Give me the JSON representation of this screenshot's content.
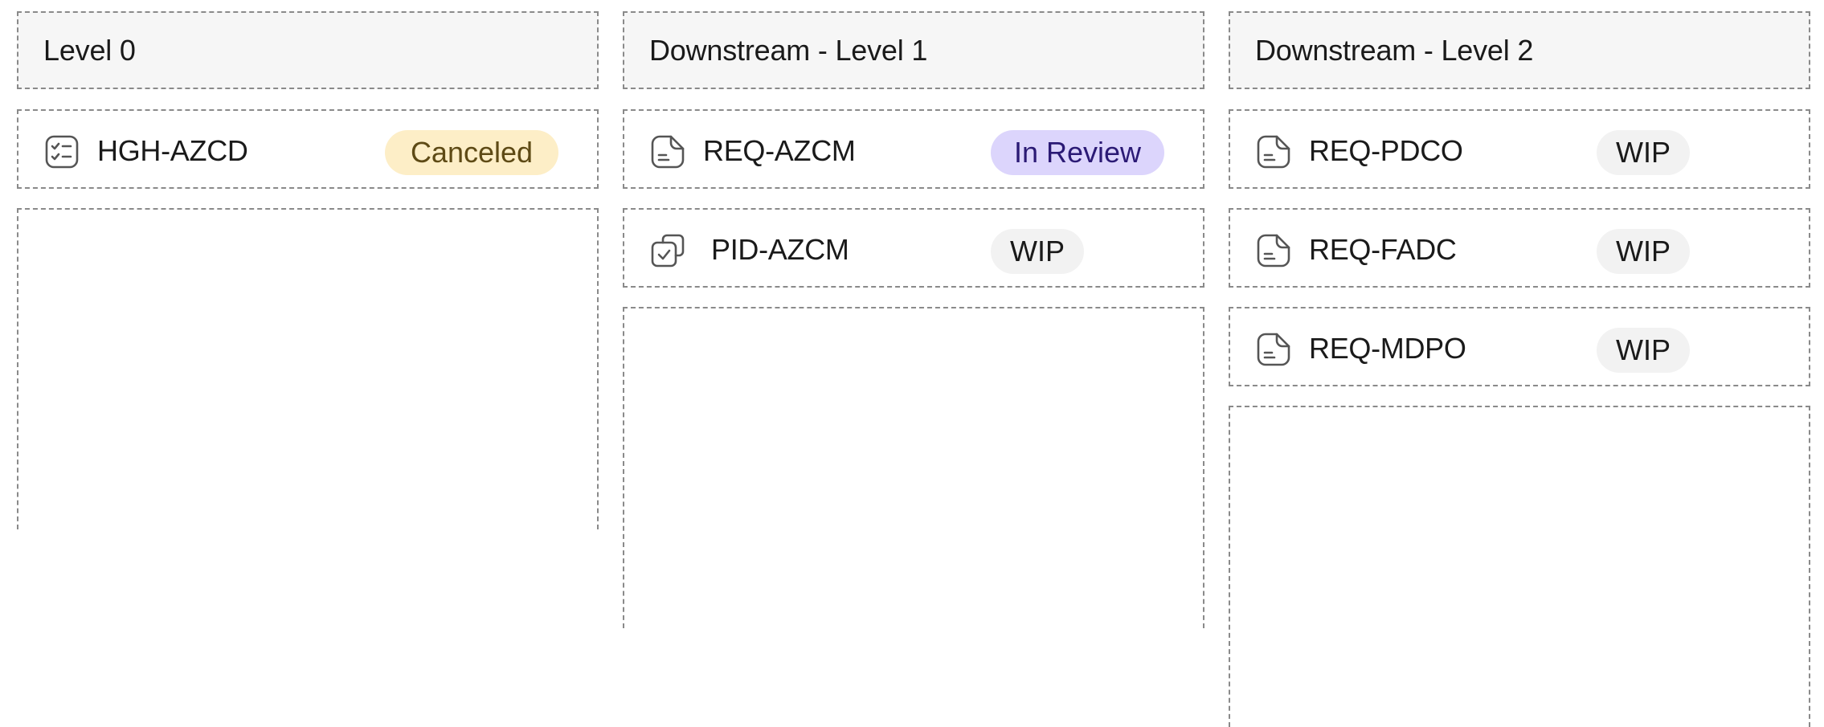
{
  "columns": [
    {
      "title": "Level 0",
      "cards": [
        {
          "id": "HGH-AZCD",
          "status": "Canceled",
          "icon": "checklist-icon"
        }
      ]
    },
    {
      "title": "Downstream - Level 1",
      "cards": [
        {
          "id": "REQ-AZCM",
          "status": "In Review",
          "icon": "document-icon"
        },
        {
          "id": "PID-AZCM",
          "status": "WIP",
          "icon": "stacked-check-icon"
        }
      ]
    },
    {
      "title": "Downstream - Level 2",
      "cards": [
        {
          "id": "REQ-PDCO",
          "status": "WIP",
          "icon": "document-icon"
        },
        {
          "id": "REQ-FADC",
          "status": "WIP",
          "icon": "document-icon"
        },
        {
          "id": "REQ-MDPO",
          "status": "WIP",
          "icon": "document-icon"
        }
      ]
    }
  ],
  "colors": {
    "canceled_bg": "#fdeec7",
    "canceled_text": "#5e4a15",
    "review_bg": "#dcd5fc",
    "review_text": "#2b1a75",
    "wip_bg": "#f2f2f2",
    "border": "#8a8a8a",
    "header_bg": "#f6f6f6"
  }
}
